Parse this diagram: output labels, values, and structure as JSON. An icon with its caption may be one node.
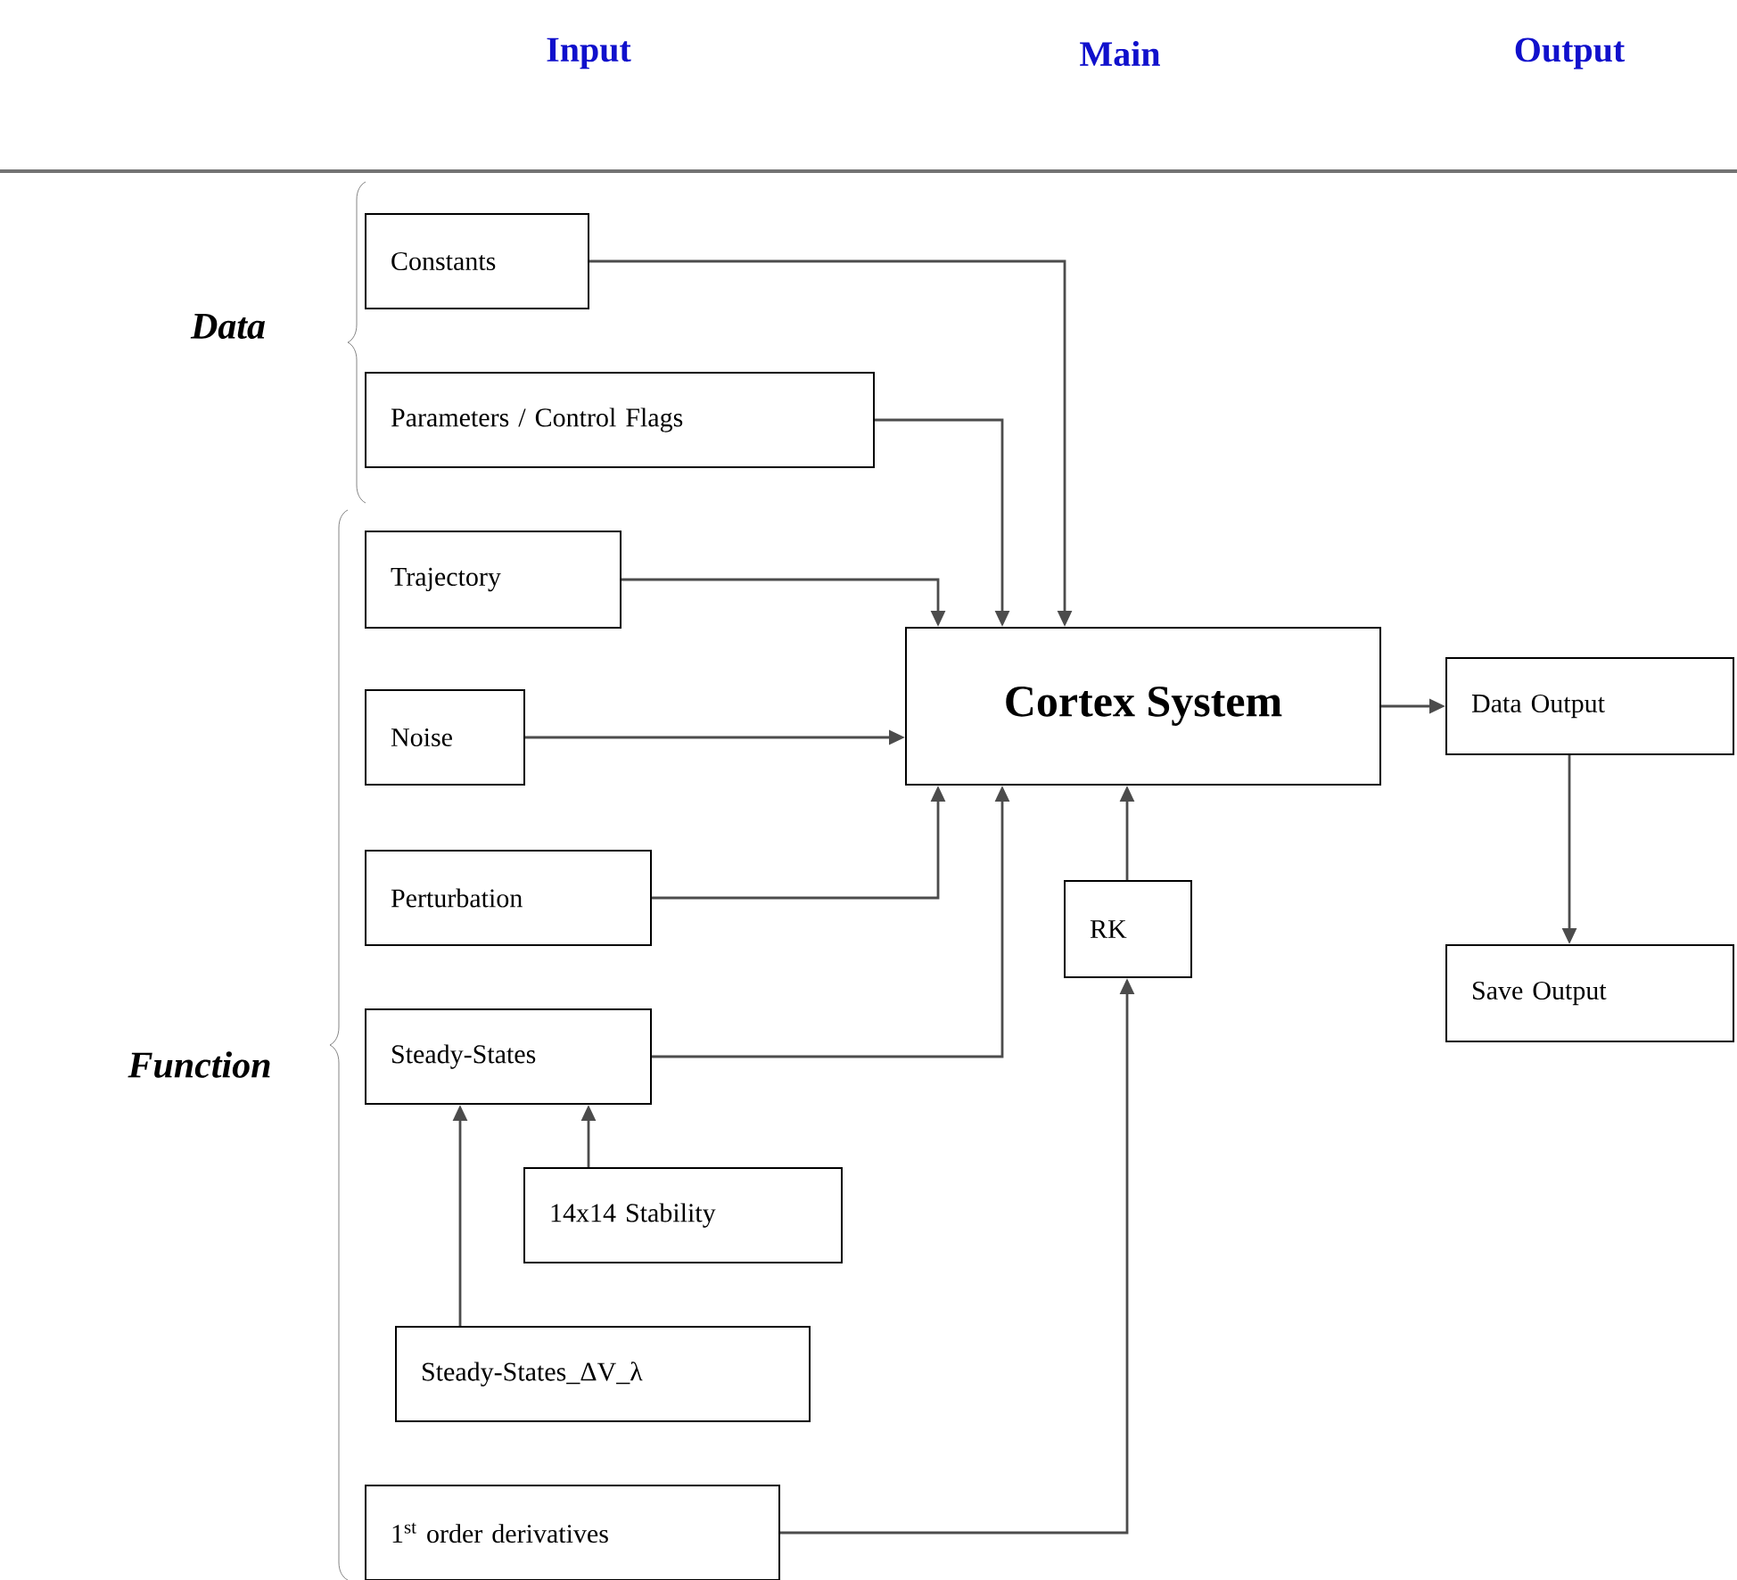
{
  "diagram": {
    "nodes": [
      {
        "text": [
          "Constants"
        ]
      },
      {
        "text": [
          "Parameters / Control Flags"
        ]
      },
      {
        "text": [
          "Trajectory"
        ]
      },
      {
        "text": [
          "Noise"
        ]
      },
      {
        "text": [
          "Perturbation"
        ]
      },
      {
        "text": [
          "Steady-States"
        ]
      },
      {
        "text": [
          "14x14 Stability"
        ]
      },
      {
        "text": [
          "Steady-States_ΔV_λ"
        ]
      },
      {
        "text": [
          "1$^{st}$ order derivatives"
        ]
      },
      {
        "text": [
          "Cortex System"
        ]
      },
      {
        "text": [
          "RK"
        ]
      },
      {
        "text": [
          "Data Output"
        ]
      },
      {
        "text": [
          "Save Output"
        ]
      }
    ],
    "edges": [
      {
        "from": 0,
        "to": 9,
        "arrow": "to"
      },
      {
        "from": 1,
        "to": 9,
        "arrow": "to"
      },
      {
        "from": 2,
        "to": 9,
        "arrow": "to"
      },
      {
        "from": 3,
        "to": 9,
        "arrow": "to"
      },
      {
        "from": 4,
        "to": 9,
        "arrow": "to"
      },
      {
        "from": 5,
        "to": 9,
        "arrow": "to"
      },
      {
        "from": 10,
        "to": 9,
        "arrow": "to"
      },
      {
        "from": 8,
        "to": 10,
        "arrow": "to"
      },
      {
        "from": 6,
        "to": 5,
        "arrow": "to"
      },
      {
        "from": 7,
        "to": 5,
        "arrow": "to"
      },
      {
        "from": 9,
        "to": 11,
        "arrow": "to"
      },
      {
        "from": 11,
        "to": 12,
        "arrow": "to"
      }
    ],
    "labels": [
      "Input",
      "Main",
      "Output",
      "Data",
      "Function"
    ]
  }
}
